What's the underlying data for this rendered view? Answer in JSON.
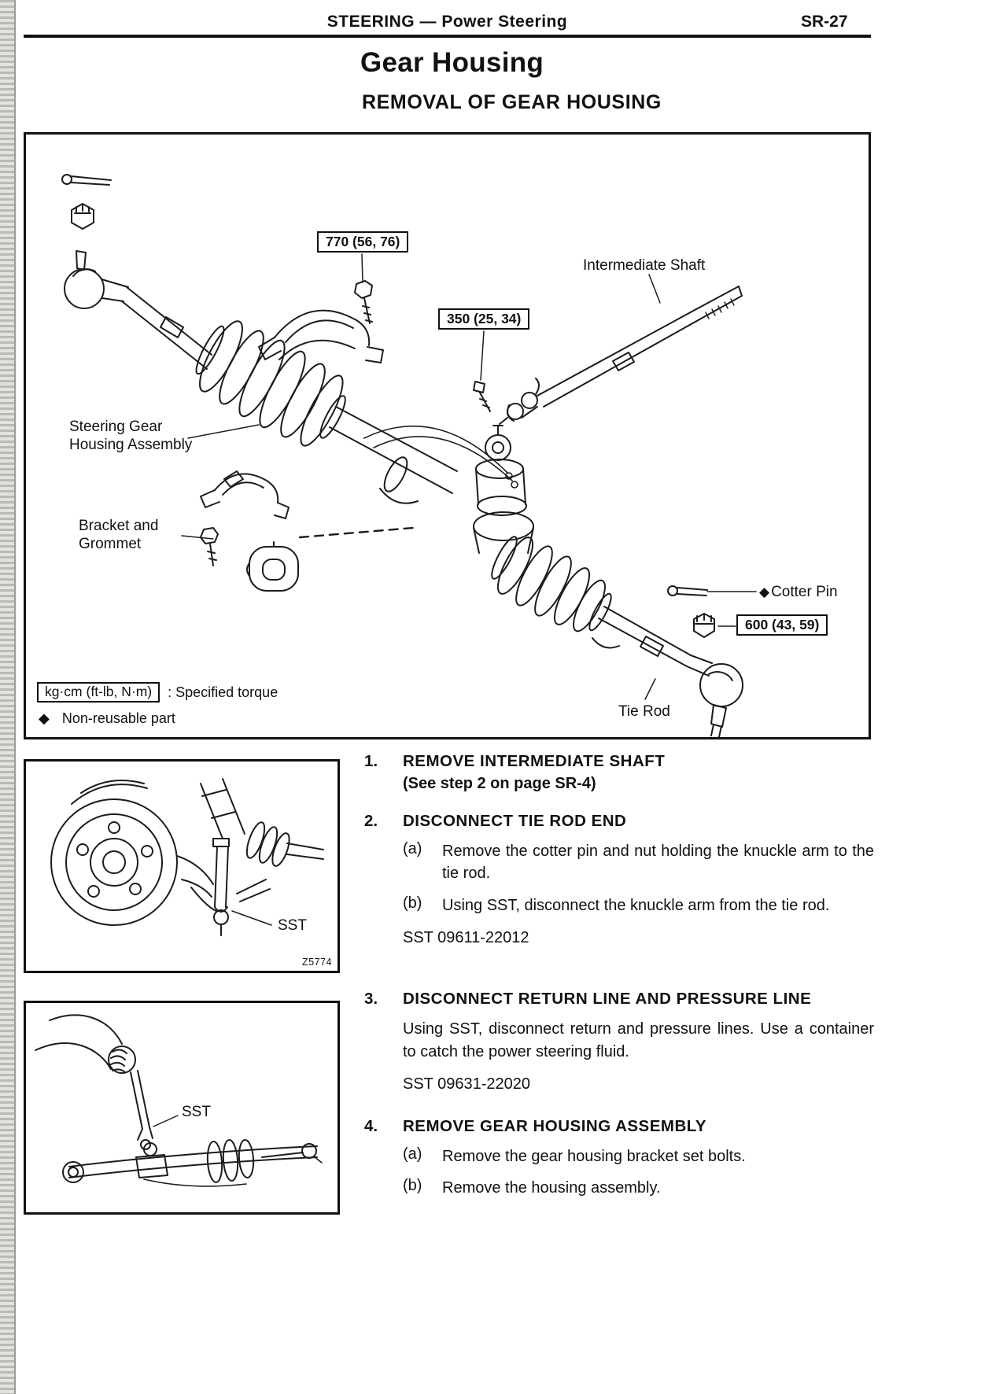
{
  "header": {
    "section": "STEERING",
    "subsection": "— Power Steering",
    "page_number": "SR-27"
  },
  "title": "Gear Housing",
  "subtitle": "REMOVAL OF GEAR HOUSING",
  "diagram": {
    "torque_770": "770 (56, 76)",
    "torque_350": "350 (25, 34)",
    "torque_600": "600 (43, 59)",
    "intermediate_shaft": "Intermediate Shaft",
    "steering_gear_housing": "Steering Gear\nHousing Assembly",
    "bracket_grommet": "Bracket and\nGrommet",
    "cotter_pin": "Cotter Pin",
    "tie_rod": "Tie Rod",
    "nonreusable_icon": "◆",
    "legend": {
      "torque_units": "kg·cm (ft-lb, N·m)",
      "torque_meaning": ":  Specified torque",
      "nonreusable_icon": "◆",
      "nonreusable_text": "Non-reusable part"
    }
  },
  "figures": {
    "fig1": {
      "sst_label": "SST",
      "code": "Z5774"
    },
    "fig2": {
      "sst_label": "SST"
    }
  },
  "steps": [
    {
      "number": "1.",
      "heading": "REMOVE INTERMEDIATE SHAFT",
      "subheading": "(See step 2 on page SR-4)"
    },
    {
      "number": "2.",
      "heading": "DISCONNECT TIE ROD END",
      "items": [
        {
          "label": "(a)",
          "text": "Remove the cotter pin and nut holding the knuckle arm to the tie rod."
        },
        {
          "label": "(b)",
          "text": "Using SST, disconnect the knuckle arm from the tie rod."
        }
      ],
      "sst": "SST  09611-22012"
    },
    {
      "number": "3.",
      "heading": "DISCONNECT RETURN LINE AND PRESSURE LINE",
      "body": "Using SST, disconnect return and pressure lines. Use a container to catch the power steering fluid.",
      "sst": "SST 09631-22020"
    },
    {
      "number": "4.",
      "heading": "REMOVE GEAR HOUSING ASSEMBLY",
      "items": [
        {
          "label": "(a)",
          "text": "Remove the gear housing bracket set bolts."
        },
        {
          "label": "(b)",
          "text": "Remove the housing assembly."
        }
      ]
    }
  ]
}
